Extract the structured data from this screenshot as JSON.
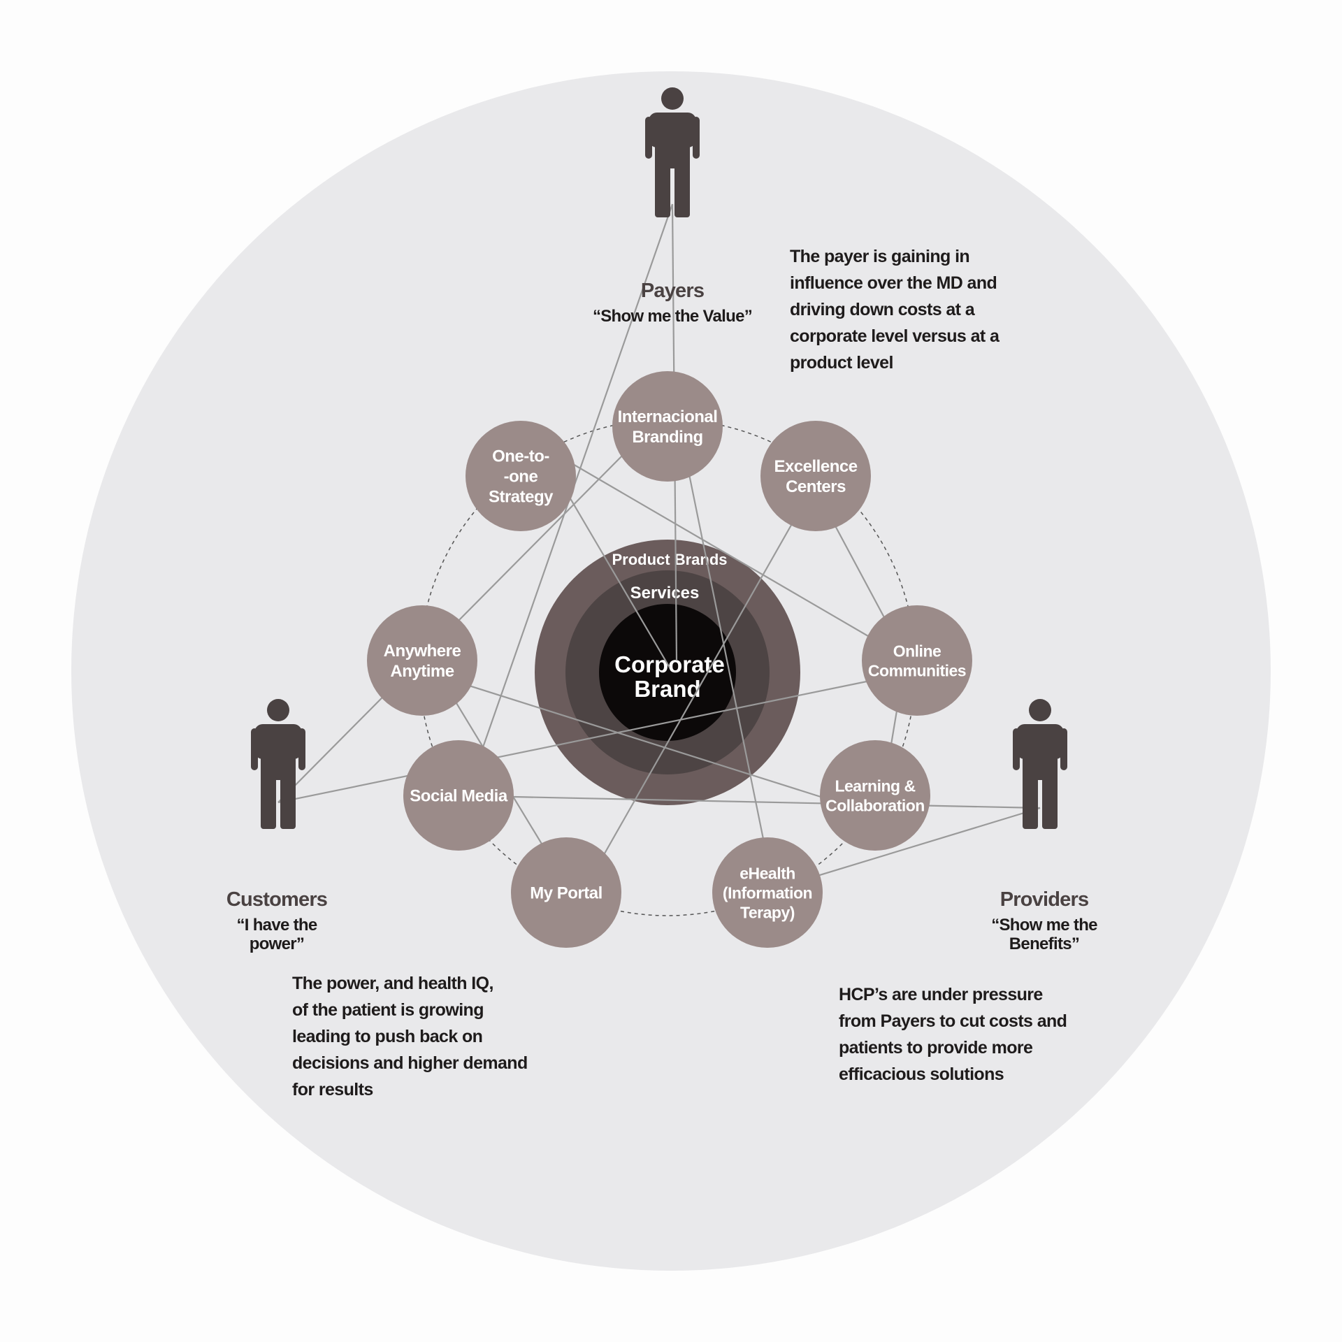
{
  "colors": {
    "page_bg": "#fdfdfd",
    "outer_disc": "#e9e9eb",
    "figure": "#4a4242",
    "node_fill": "#9b8b89",
    "node_text": "#ffffff",
    "connector": "#9a9a9a",
    "ring_product_brands": "#6b5c5c",
    "ring_services": "#4d4444",
    "core": "#0c0909",
    "label_dark": "#4a4242",
    "text_dark": "#1e1b1b"
  },
  "core": {
    "outer_label": "Product Brands",
    "middle_label": "Services",
    "center_lines": [
      "Corporate",
      "Brand"
    ]
  },
  "nodes": [
    {
      "id": "internacional-branding",
      "lines": [
        "Internacional",
        "Branding"
      ]
    },
    {
      "id": "excellence-centers",
      "lines": [
        "Excellence",
        "Centers"
      ]
    },
    {
      "id": "online-communities",
      "lines": [
        "Online",
        "Communities"
      ]
    },
    {
      "id": "learning-collaboration",
      "lines": [
        "Learning &",
        "Collaboration"
      ]
    },
    {
      "id": "ehealth",
      "lines": [
        "eHealth",
        "(Information",
        "Terapy)"
      ]
    },
    {
      "id": "my-portal",
      "lines": [
        "My Portal"
      ]
    },
    {
      "id": "social-media",
      "lines": [
        "Social Media"
      ]
    },
    {
      "id": "anywhere-anytime",
      "lines": [
        "Anywhere",
        "Anytime"
      ]
    },
    {
      "id": "one-to-one-strategy",
      "lines": [
        "One-to-",
        "-one",
        "Strategy"
      ]
    }
  ],
  "stakeholders": [
    {
      "id": "payers",
      "name": "Payers",
      "quote_lines": [
        "“Show me the Value”"
      ]
    },
    {
      "id": "customers",
      "name": "Customers",
      "quote_lines": [
        "“I have the",
        "power”"
      ]
    },
    {
      "id": "providers",
      "name": "Providers",
      "quote_lines": [
        "“Show me the",
        "Benefits”"
      ]
    }
  ],
  "notes": {
    "payers": "The payer is gaining in\ninfluence over the MD and\ndriving down costs at a\ncorporate level versus at a\nproduct level",
    "customers": "The power, and health IQ,\nof the patient is growing\nleading to push back on\ndecisions and higher demand\nfor results",
    "providers": "HCP’s are under pressure\nfrom Payers to cut costs and\npatients to provide more\nefficacious solutions"
  }
}
